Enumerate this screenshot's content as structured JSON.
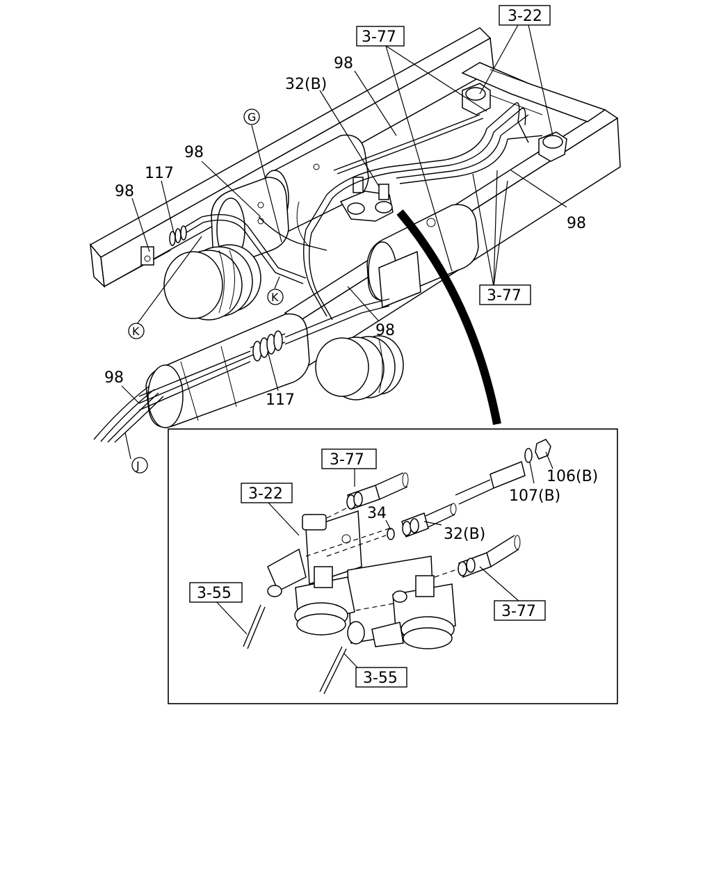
{
  "ref_labels": {
    "r322_top": "3-22",
    "r377_top": "3-77",
    "r377_mid": "3-77",
    "r377_inset_top": "3-77",
    "r322_inset": "3-22",
    "r355_left": "3-55",
    "r355_bottom": "3-55",
    "r377_inset_right": "3-77"
  },
  "part_labels": {
    "p98_a": "98",
    "p32b_top": "32(B)",
    "p98_b": "98",
    "p117_top": "117",
    "p98_c": "98",
    "p98_d": "98",
    "p98_e": "98",
    "p98_f": "98",
    "p117_bottom": "117",
    "p106b": "106(B)",
    "p107b": "107(B)",
    "p34": "34",
    "p32b_inset": "32(B)"
  },
  "circle_refs": {
    "g": "G",
    "k_right": "K",
    "k_left": "K",
    "j": "J"
  }
}
